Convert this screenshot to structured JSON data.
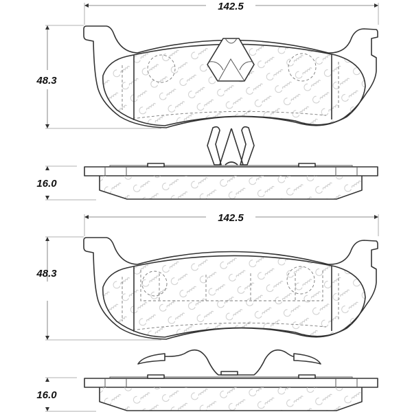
{
  "watermark": "Centric",
  "views": [
    {
      "name": "upper-pad",
      "width_dimension": "142.5",
      "height_dimension": "48.3",
      "thickness_dimension": "16.0",
      "hardware": "abutment-clip"
    },
    {
      "name": "lower-pad",
      "width_dimension": "142.5",
      "height_dimension": "48.3",
      "thickness_dimension": "16.0",
      "hardware": "wire-spring"
    }
  ],
  "colors": {
    "line": "#333333",
    "watermark": "#c8c8c8",
    "background": "#ffffff"
  }
}
